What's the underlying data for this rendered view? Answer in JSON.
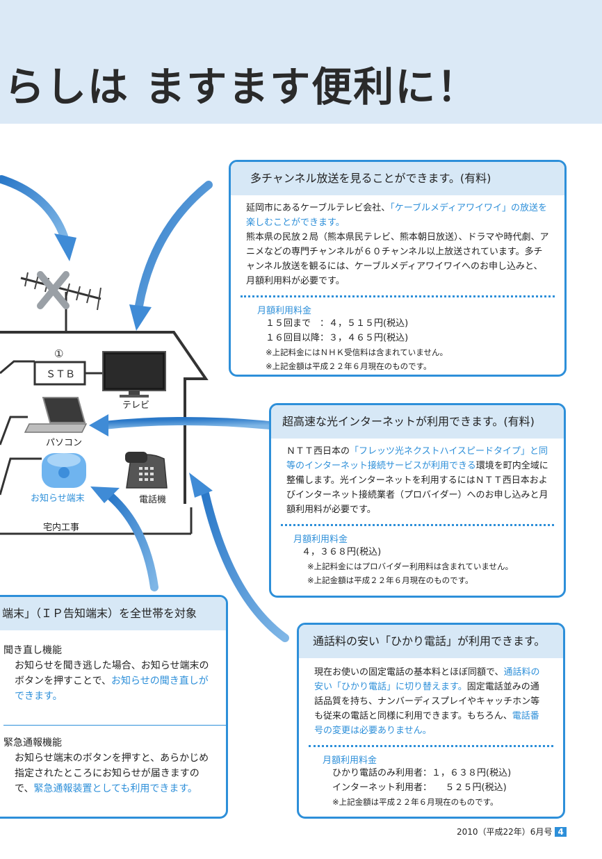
{
  "headline": "らしは ますます便利に！",
  "box1": {
    "title": "多チャンネル放送を見ることができます。(有料)",
    "p_a": "延岡市にあるケーブルテレビ会社、",
    "p_blue1": "「ケーブルメディアワイワイ」",
    "p_blue2": "の放送を楽しむことができます。",
    "p_b": "熊本県の民放２局（熊本県民テレビ、熊本朝日放送）、ドラマや時代劇、アニメなどの専門チャンネルが６０チャンネル以上放送されています。多チャンネル放送を観るには、ケーブルメディアワイワイへのお申し込みと、月額利用料が必要です。",
    "price_heading": "月額利用料金",
    "price1": "１５回まで　：４，５１５円(税込)",
    "price2": "１６回目以降：３，４６５円(税込)",
    "note1": "※上記料金にはＮＨＫ受信料は含まれていません。",
    "note2": "※上記金額は平成２２年６月現在のものです。"
  },
  "box2": {
    "title": "超高速な光インターネットが利用できます。(有料)",
    "p_a": "ＮＴＴ西日本の",
    "p_blue1": "「フレッツ光ネクストハイスピードタイプ」",
    "p_blue2": "と同等のインターネット接続サービスが利用できる",
    "p_b": "環境を町内全域に整備します。光インターネットを利用するにはＮＴＴ西日本およびインターネット接続業者（プロバイダー）へのお申し込みと月額利用料が必要です。",
    "price_heading": "月額利用料金",
    "price1": "４，３６８円(税込)",
    "note1": "※上記料金にはプロバイダー利用料は含まれていません。",
    "note2": "※上記金額は平成２２年６月現在のものです。"
  },
  "box3": {
    "title": "通話料の安い「ひかり電話」が利用できます。",
    "p_a": "現在お使いの固定電話の基本料とほぼ同額で、",
    "p_blue1": "通話料の安い「ひかり電話」に切り替えます。",
    "p_b": "固定電話並みの通話品質を持ち、ナンバーディスプレイやキャッチホン等も従来の電話と同様に利用できます。もちろん、",
    "p_blue2": "電話番号の変更は必要ありません。",
    "price_heading": "月額利用料金",
    "price1": "ひかり電話のみ利用者：１，６３８円(税込)",
    "price2": "インターネット利用者：　　５２５円(税込)",
    "note1": "※上記金額は平成２２年６月現在のものです。"
  },
  "box4": {
    "title": "端末」（ＩＰ告知端末）を全世帯を対象",
    "sec1_title": "聞き直し機能",
    "sec1_text_a": "お知らせを聞き逃した場合、お知らせ端末のボタンを押すことで、",
    "sec1_text_blue": "お知らせの聞き直しができます。",
    "sec2_title": "緊急通報機能",
    "sec2_text_a": "お知らせ端末のボタンを押すと、あらかじめ指定されたところにお知らせが届きますので、",
    "sec2_text_blue": "緊急通報装置としても利用できます。"
  },
  "diagram": {
    "marker": "①",
    "stb": "ＳＴＢ",
    "tv": "テレビ",
    "pc": "パソコン",
    "terminal": "お知らせ端末",
    "phone": "電話機",
    "wiring": "宅内工事"
  },
  "colors": {
    "accent": "#2d8fd9",
    "header_bg": "#dbe9f6",
    "title_bg": "#d7e8f6",
    "arrow": "#4a92d6"
  },
  "footer": {
    "issue": "2010（平成22年）6月号",
    "page": "4"
  }
}
